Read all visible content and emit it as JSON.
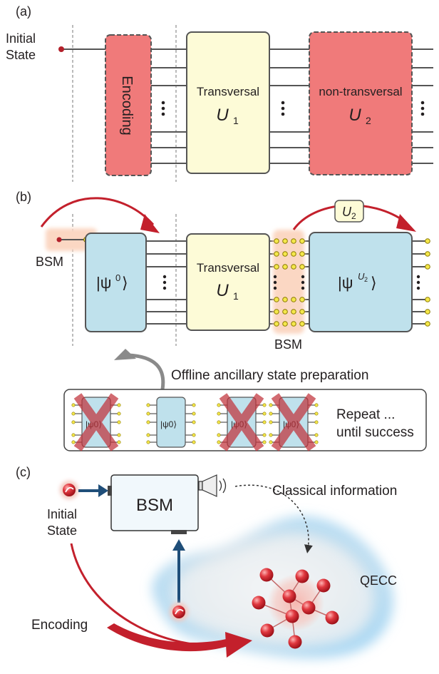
{
  "panel_a": {
    "tag": "(a)",
    "initial_state": [
      "Initial",
      "State"
    ],
    "encoding": "Encoding",
    "transversal": "Transversal",
    "u1_base": "U",
    "u1_sub": "1",
    "non_transversal": "non-transversal",
    "u2_base": "U",
    "u2_sub": "2"
  },
  "panel_b": {
    "tag": "(b)",
    "bsm_left": "BSM",
    "psi0_left": "|ψ",
    "psi0_sup": "0",
    "psi0_right": "⟩",
    "transversal": "Transversal",
    "u1_base": "U",
    "u1_sub": "1",
    "u2_box_base": "U",
    "u2_box_sub": "2",
    "psiU2_left": "|ψ",
    "psiU2_sup_base": "U",
    "psiU2_sup_sub": "2",
    "psiU2_right": "⟩",
    "bsm_mid": "BSM",
    "offline": "Offline ancillary state preparation",
    "repeat": [
      "Repeat ...",
      "until success"
    ]
  },
  "panel_c": {
    "tag": "(c)",
    "bsm": "BSM",
    "initial_state": [
      "Initial",
      "State"
    ],
    "classical": "Classical information",
    "qecc": "QECC",
    "encoding": "Encoding"
  },
  "colors": {
    "red_box": "#f07a7a",
    "red_box_light": "#f4a3a3",
    "yellow_box": "#fdfbd7",
    "blue_box": "#bfe1ec",
    "orange_glow": "#fbd7c3",
    "arrow_red": "#c3202c",
    "arrow_blue": "#1f4e79",
    "arrow_gray": "#8a8a8a",
    "qubit_yellow": "#f5e84b"
  }
}
